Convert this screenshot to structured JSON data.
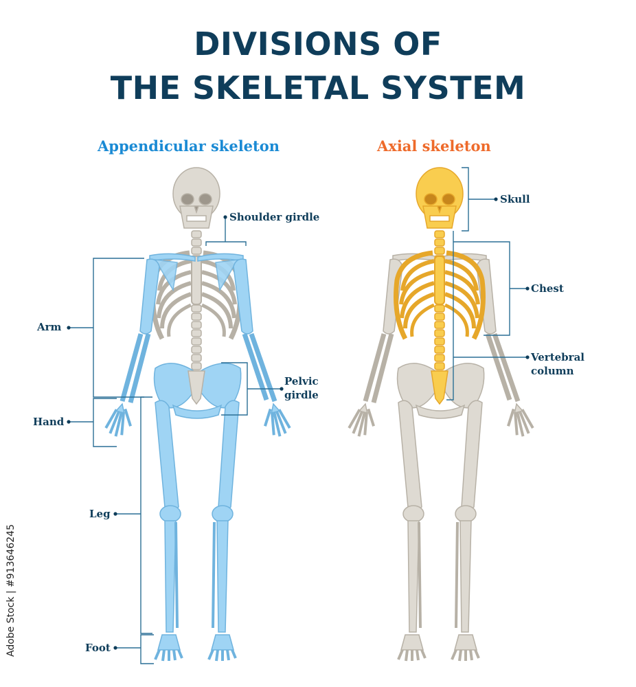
{
  "title": {
    "line1": "DIVISIONS OF",
    "line2": "THE SKELETAL SYSTEM"
  },
  "appendicular": {
    "heading": "Appendicular skeleton",
    "labels": {
      "shoulder_girdle": "Shoulder girdle",
      "arm": "Arm",
      "pelvic_line1": "Pelvic",
      "pelvic_line2": "girdle",
      "hand": "Hand",
      "leg": "Leg",
      "foot": "Foot"
    }
  },
  "axial": {
    "heading": "Axial skeleton",
    "labels": {
      "skull": "Skull",
      "chest": "Chest",
      "vertebral_line1": "Vertebral",
      "vertebral_line2": "column"
    }
  },
  "stock_id": "Adobe Stock | #913646245",
  "colors": {
    "title": "#0f3d5a",
    "appendicular": "#1a8ad4",
    "axial": "#ee6a2a",
    "bone_grey": "#d9d5cc",
    "bone_blue": "#8fcdf2",
    "bone_yellow": "#f7c440"
  }
}
